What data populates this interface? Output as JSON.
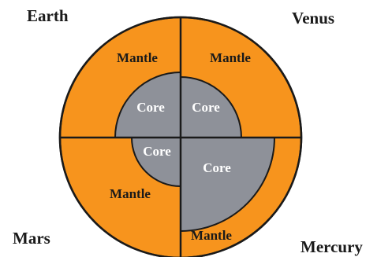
{
  "colors": {
    "mantle": "#F7941D",
    "core": "#8E9199",
    "outline": "#1a1a1a"
  },
  "planets": {
    "earth": {
      "name": "Earth",
      "mantle": "Mantle",
      "core": "Core"
    },
    "venus": {
      "name": "Venus",
      "mantle": "Mantle",
      "core": "Core"
    },
    "mars": {
      "name": "Mars",
      "mantle": "Mantle",
      "core": "Core"
    },
    "mercury": {
      "name": "Mercury",
      "mantle": "Mantle",
      "core": "Core"
    }
  }
}
